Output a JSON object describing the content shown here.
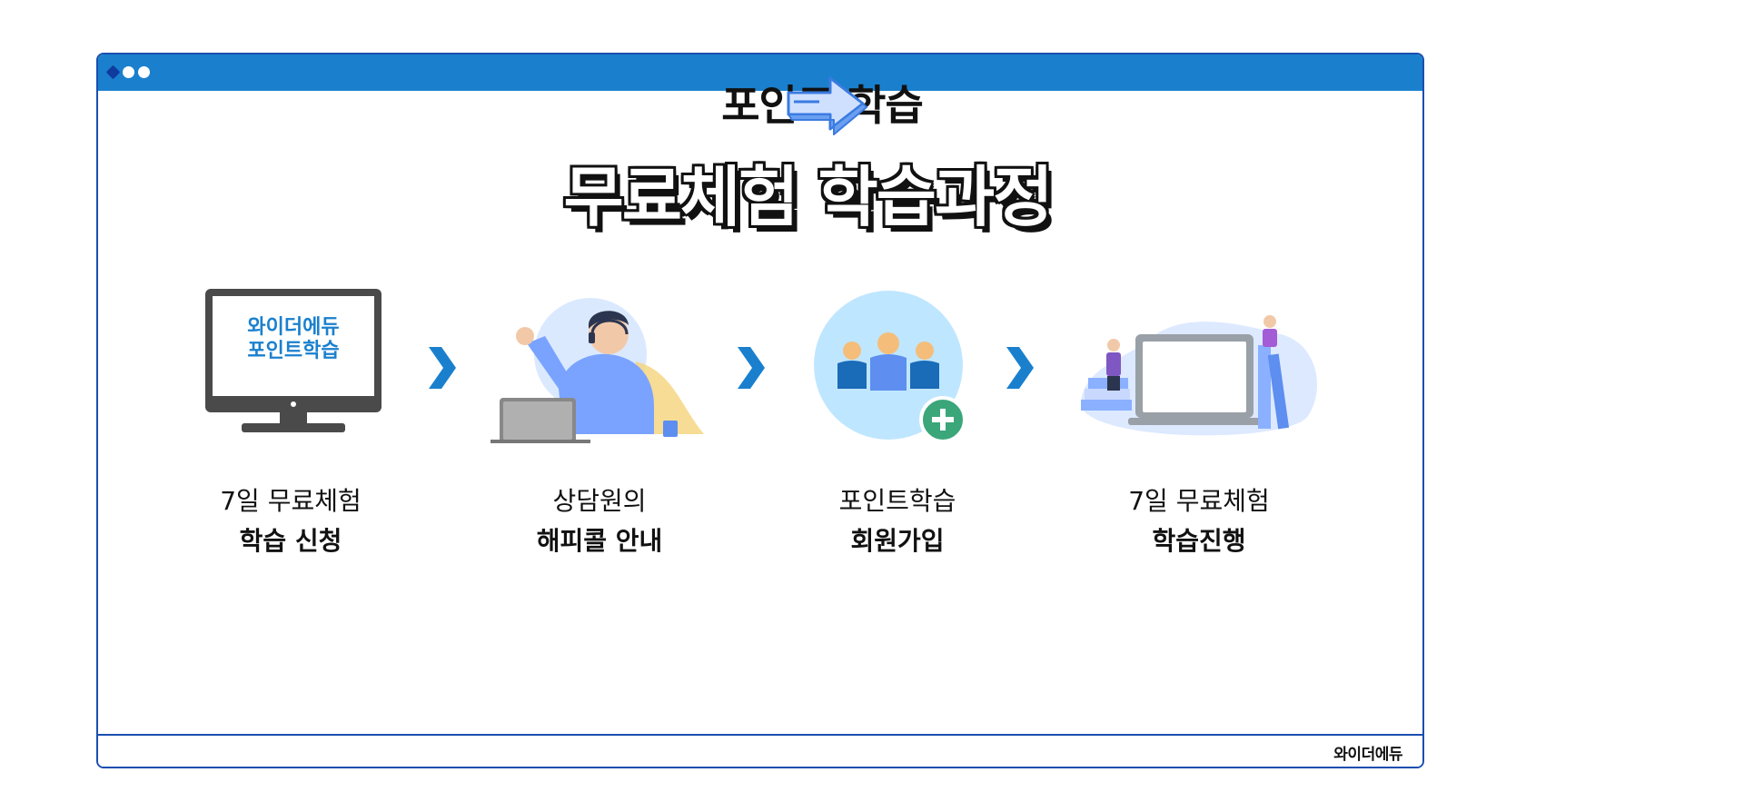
{
  "heading": {
    "line1": "포인트 학습",
    "line2": "무료체험 학습과정"
  },
  "monitor_text": {
    "line1": "와이더에듀",
    "line2": "포인트학습"
  },
  "steps": [
    {
      "line1": "7일 무료체험",
      "line2": "학습 신청"
    },
    {
      "line1": "상담원의",
      "line2": "해피콜 안내"
    },
    {
      "line1": "포인트학습",
      "line2": "회원가입"
    },
    {
      "line1": "7일 무료체험",
      "line2": "학습진행"
    }
  ],
  "footer": {
    "brand": "와이더에듀"
  },
  "colors": {
    "titlebar": "#1a80ce",
    "frame": "#1a4fb0",
    "chevron": "#1a80ce",
    "accent_green": "#3aa67a"
  },
  "icons": [
    "monitor-icon",
    "call-agent-icon",
    "group-add-icon",
    "study-laptop-icon",
    "chevron-right-icon",
    "arrow-right-icon"
  ]
}
